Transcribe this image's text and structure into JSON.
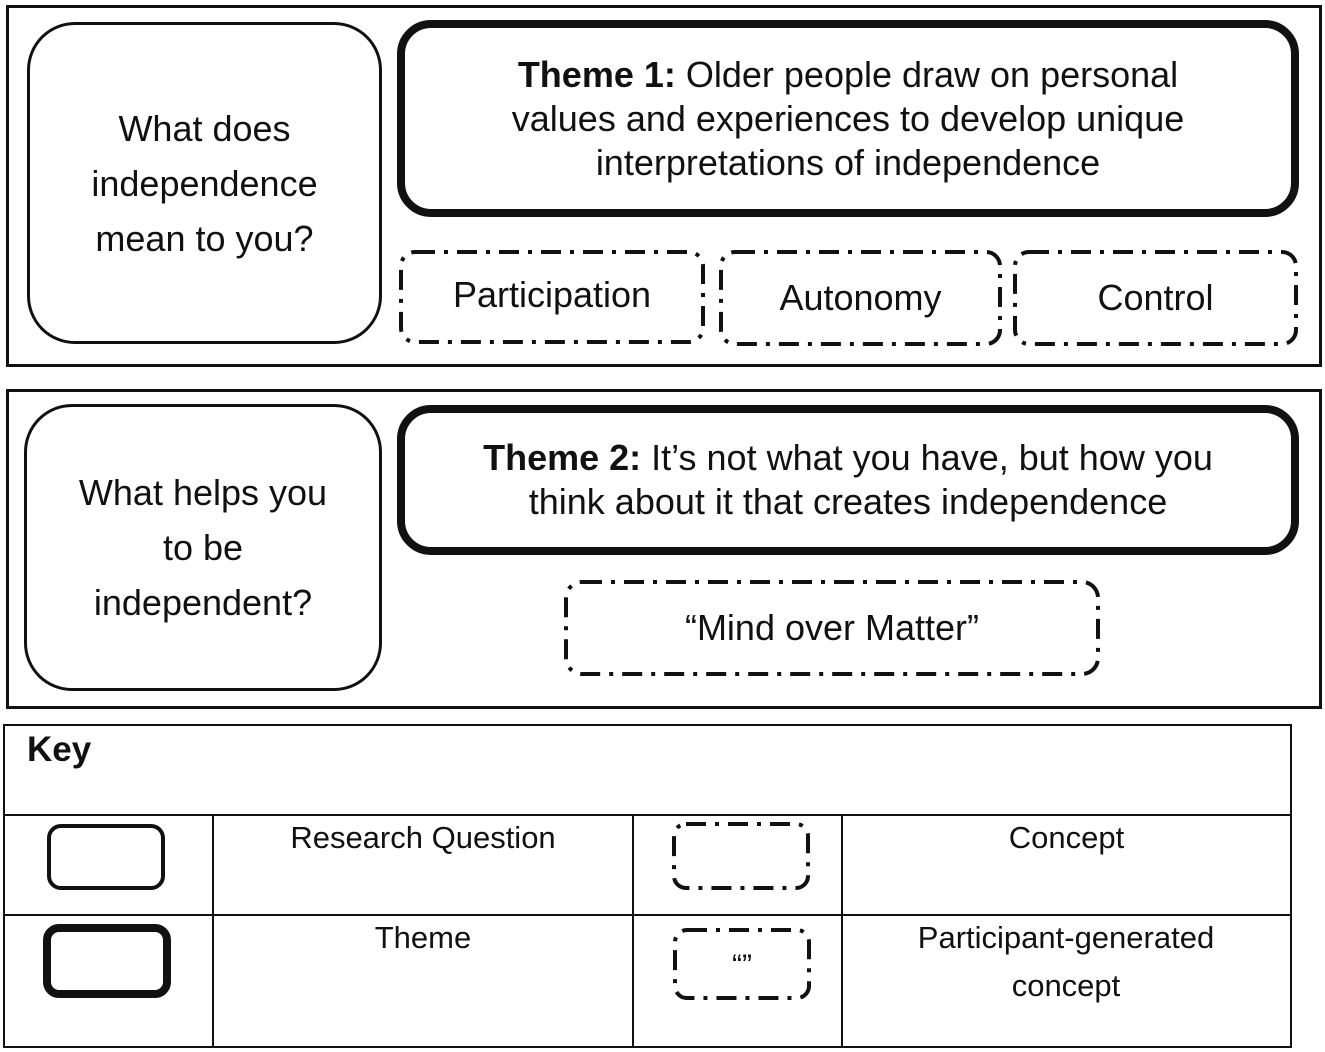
{
  "panels": [
    {
      "question": "What does independence mean to you?",
      "theme_bold": "Theme 1:",
      "theme_text": " Older people draw on personal values and experiences to develop unique interpretations of independence",
      "concepts": [
        "Participation",
        "Autonomy",
        "Control"
      ]
    },
    {
      "question": "What helps you to be independent?",
      "theme_bold": "Theme 2:",
      "theme_text": " It’s not what you have, but how you think about it that creates independence",
      "concepts": [
        "“Mind over Matter”"
      ]
    }
  ],
  "key": {
    "title": "Key",
    "research_question": "Research Question",
    "concept": "Concept",
    "theme": "Theme",
    "participant_concept": "Participant-generated concept",
    "participant_symbol": "“”"
  }
}
